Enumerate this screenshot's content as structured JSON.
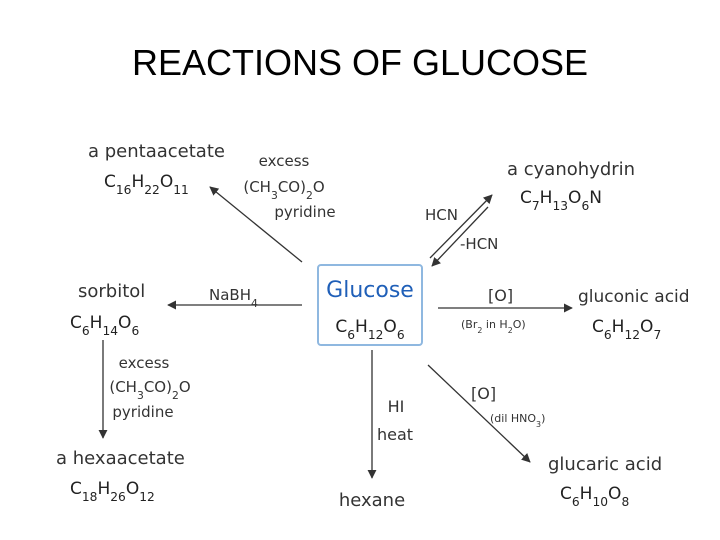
{
  "title": "REACTIONS OF GLUCOSE",
  "center": {
    "name": "Glucose",
    "formula": "C6H12O6"
  },
  "products": {
    "pentaacetate": {
      "name": "a pentaacetate",
      "formula": "C16H22O11"
    },
    "cyanohydrin": {
      "name": "a cyanohydrin",
      "formula": "C7H13O6N"
    },
    "sorbitol": {
      "name": "sorbitol",
      "formula": "C6H14O6"
    },
    "gluconic": {
      "name": "gluconic acid",
      "formula": "C6H12O7"
    },
    "hexaacetate": {
      "name": "a hexaacetate",
      "formula": "C18H26O12"
    },
    "hexane": {
      "name": "hexane"
    },
    "glucaric": {
      "name": "glucaric acid",
      "formula": "C6H10O8"
    }
  },
  "reagents": {
    "acetylation_1": [
      "excess",
      "(CH3CO)2O",
      "pyridine"
    ],
    "hcn_forward": "HCN",
    "hcn_reverse": "-HCN",
    "nabh4": "NaBH4",
    "oxidation_mild": "[O]",
    "oxidation_mild_detail": "(Br2 in H2O)",
    "acetylation_2": [
      "excess",
      "(CH3CO)2O",
      "pyridine"
    ],
    "hi": [
      "HI",
      "heat"
    ],
    "oxidation_strong": "[O]",
    "oxidation_strong_detail": "(dil HNO3)"
  },
  "colors": {
    "glucose_text": "#1f5fb8",
    "glucose_border": "#8fb8e0",
    "arrow": "#333333"
  }
}
